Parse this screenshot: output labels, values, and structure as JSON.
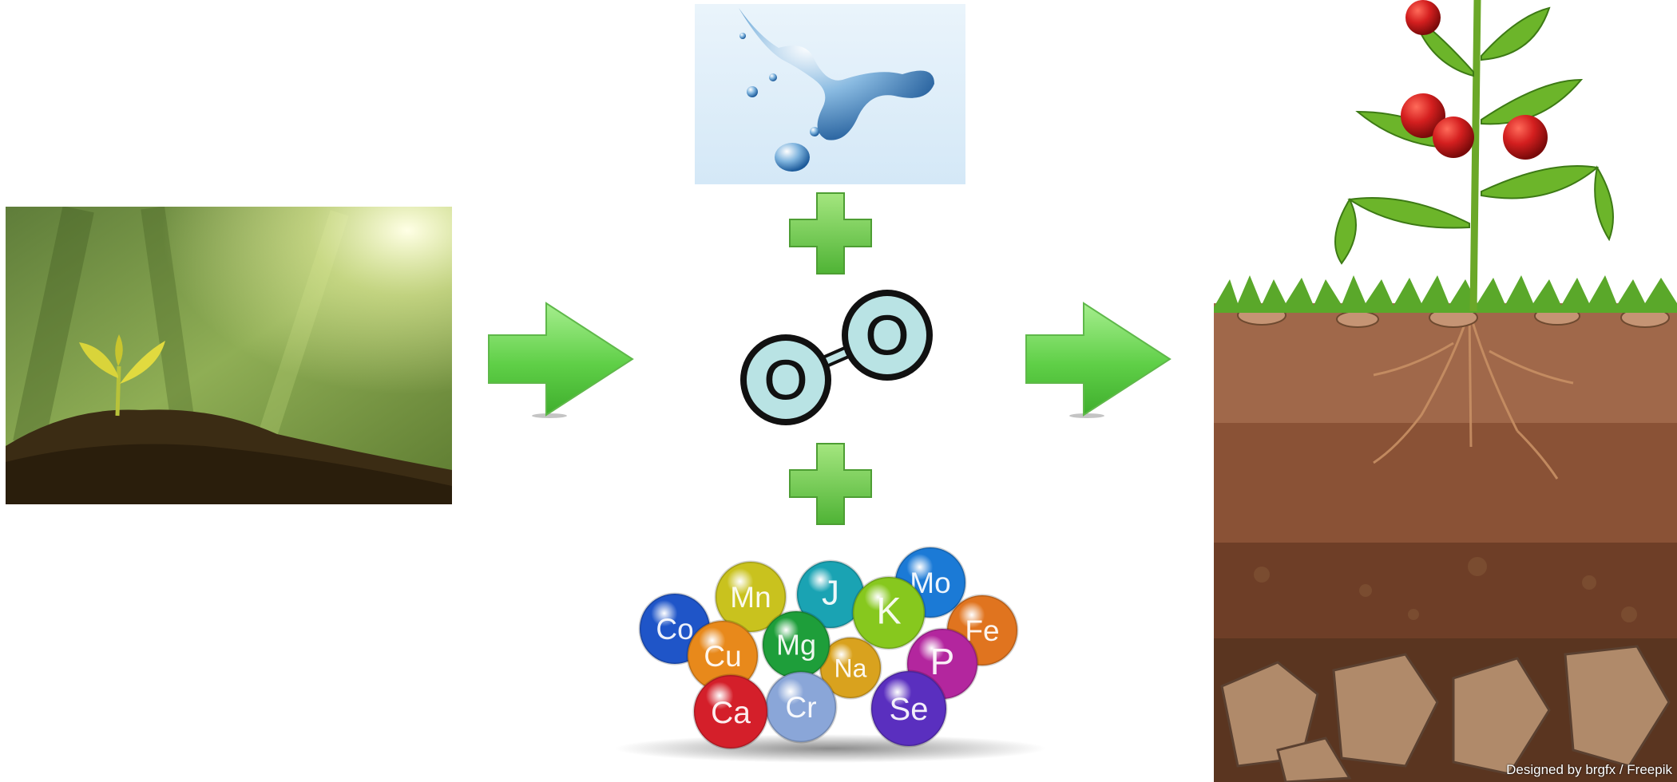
{
  "molecule": {
    "atom_left": "O",
    "atom_right": "O"
  },
  "elements": [
    {
      "symbol": "Co",
      "color": "#1f55c8"
    },
    {
      "symbol": "Mn",
      "color": "#c9c21e"
    },
    {
      "symbol": "J",
      "color": "#1aa3b3"
    },
    {
      "symbol": "Mo",
      "color": "#1b7ad6"
    },
    {
      "symbol": "K",
      "color": "#87c81e"
    },
    {
      "symbol": "Fe",
      "color": "#e0741f"
    },
    {
      "symbol": "Cu",
      "color": "#e8891b"
    },
    {
      "symbol": "Mg",
      "color": "#1e9e3a"
    },
    {
      "symbol": "Na",
      "color": "#d9a21e"
    },
    {
      "symbol": "P",
      "color": "#b3269e"
    },
    {
      "symbol": "Ca",
      "color": "#d41f2a"
    },
    {
      "symbol": "Cr",
      "color": "#8aa6d8"
    },
    {
      "symbol": "Se",
      "color": "#5a2fbf"
    }
  ],
  "credit": "Designed by brgfx / Freepik",
  "colors": {
    "arrow": "#6fd65a",
    "plus": "#79cf4d",
    "molecule_fill": "#b9e3e4"
  }
}
